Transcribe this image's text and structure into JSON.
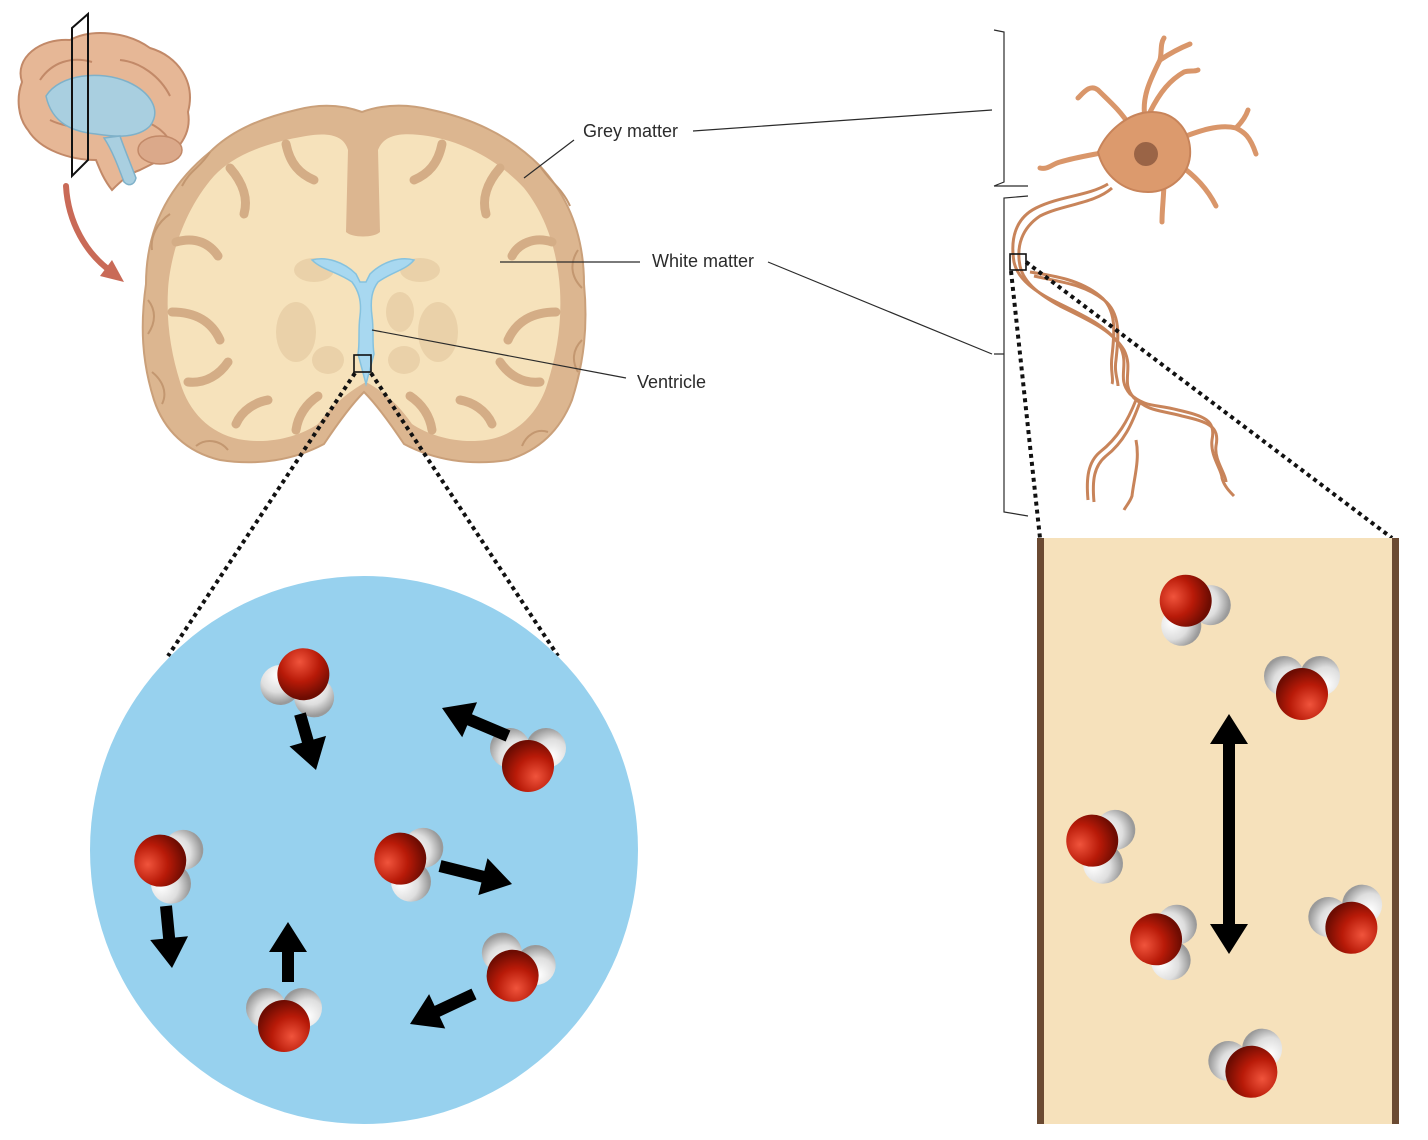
{
  "labels": {
    "grey_matter": "Grey matter",
    "white_matter": "White matter",
    "ventricle": "Ventricle"
  },
  "colors": {
    "brain_outline_fill": "#e8b496",
    "grey_matter": "#d9b48f",
    "white_matter": "#f7e4bd",
    "ventricle": "#9fd4ee",
    "csf_circle": "#97d1ee",
    "axon_panel": "#f6e1bb",
    "myelin_wall": "#6b4a32",
    "neuron": "#d9966a",
    "neuron_nucleus": "#9a6446",
    "arrow": "#000000",
    "pointer_arrow": "#c96a57",
    "oxygen": "#b11a0a",
    "hydrogen": "#eeeeee"
  },
  "icons": {
    "water_molecule": "water-molecule-icon",
    "motion_arrow": "arrow-icon",
    "neuron": "neuron-icon",
    "brain": "brain-icon"
  }
}
